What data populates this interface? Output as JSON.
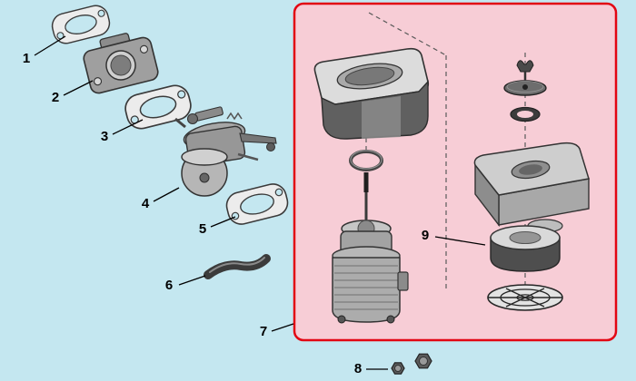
{
  "diagram": {
    "background_color": "#c4e7f0",
    "highlight_box": {
      "fill_color": "#f7cdd6",
      "border_color": "#e20613"
    },
    "callouts": [
      {
        "num": "1"
      },
      {
        "num": "2"
      },
      {
        "num": "3"
      },
      {
        "num": "4"
      },
      {
        "num": "5"
      },
      {
        "num": "6"
      },
      {
        "num": "7"
      },
      {
        "num": "8"
      },
      {
        "num": "9"
      }
    ]
  }
}
